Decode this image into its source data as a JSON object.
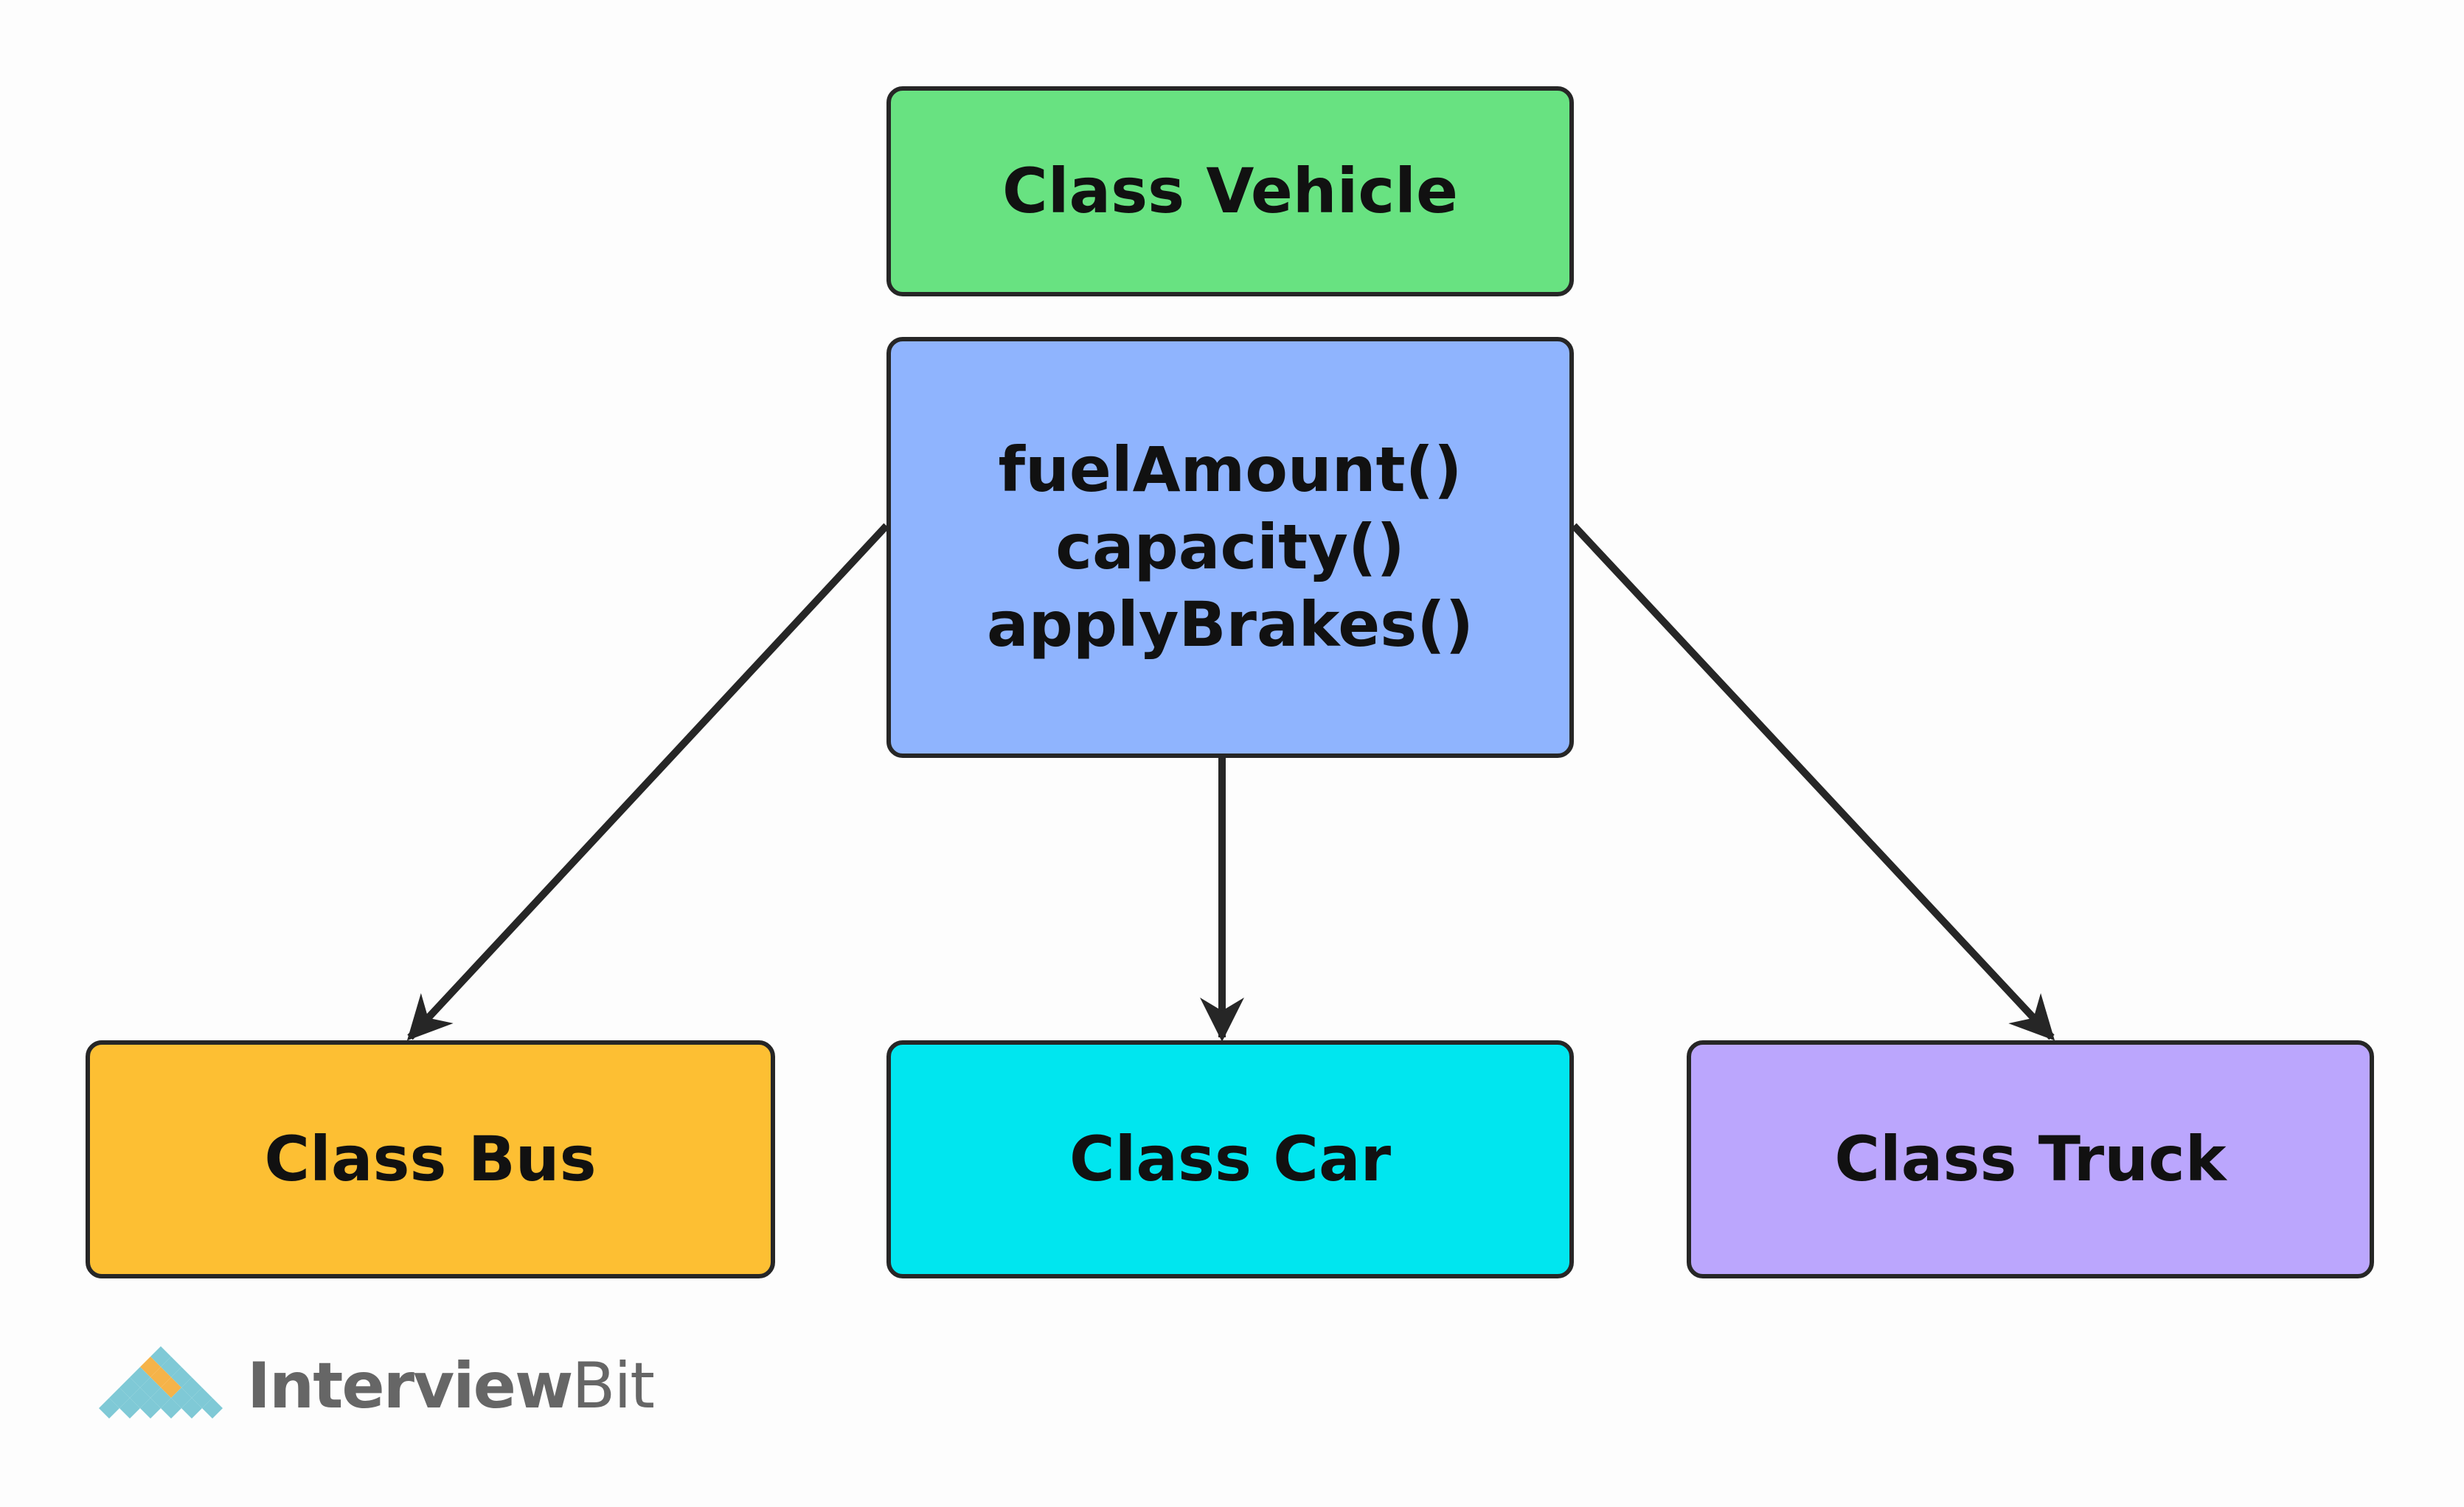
{
  "diagram": {
    "parent": {
      "title": "Class Vehicle",
      "methods": [
        "fuelAmount()",
        "capacity()",
        "applyBrakes()"
      ]
    },
    "children": [
      {
        "label": "Class Bus"
      },
      {
        "label": "Class Car"
      },
      {
        "label": "Class Truck"
      }
    ]
  },
  "colors": {
    "vehicle": "#68e281",
    "methods": "#8fb4fe",
    "bus": "#fdbf33",
    "car": "#00e6ef",
    "truck": "#bba6fd",
    "border": "#262626",
    "logo_teal": "#7fc9d6",
    "logo_orange": "#f5b349",
    "logo_text": "#666666"
  },
  "logo": {
    "text_bold": "Interview",
    "text_regular": "Bit"
  }
}
